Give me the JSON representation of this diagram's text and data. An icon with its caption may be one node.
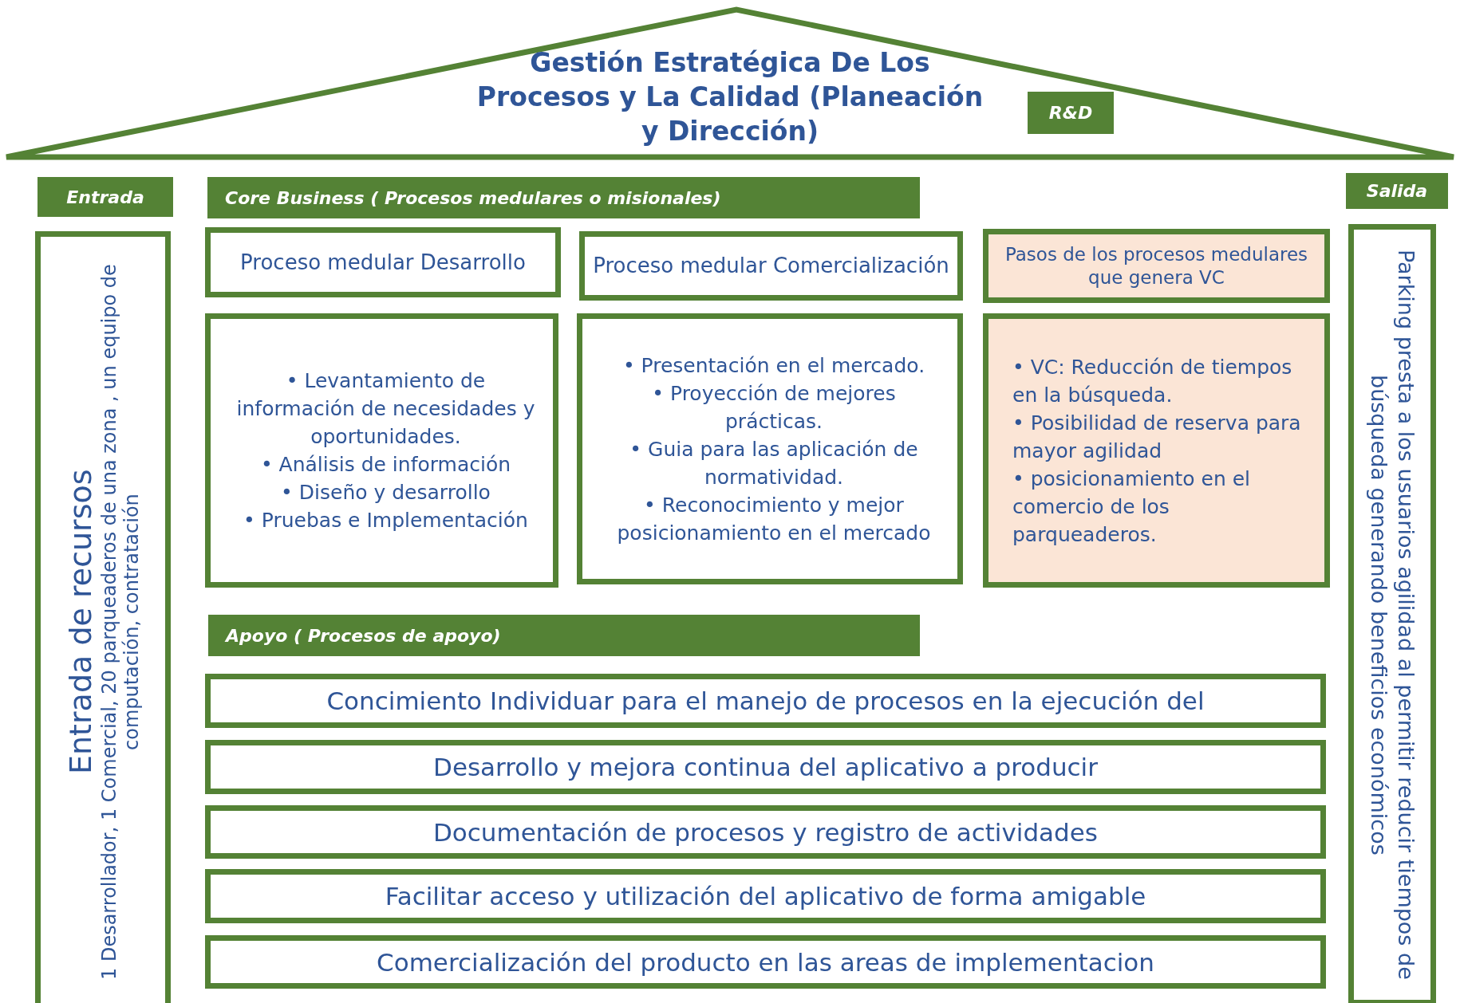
{
  "diagram": {
    "nodes": [
      {
        "text": [
          "Gestión Estratégica De Los Procesos y La Calidad (Planeación y Dirección)"
        ]
      },
      {
        "text": [
          "R&D"
        ],
        "in": 0
      },
      {
        "text": [
          "Entrada"
        ]
      },
      {
        "text": [
          "Entrada de recursos",
          "1 Desarrollador, 1 Comercial, 20 parqueaderos de una zona , un equipo de computación, contratación"
        ]
      },
      {
        "text": [
          "Core Business ( Procesos medulares o misionales)"
        ]
      },
      {
        "text": [
          "Proceso medular Desarrollo"
        ]
      },
      {
        "text": [
          "Proceso medular Comercialización"
        ]
      },
      {
        "text": [
          "Pasos  de los  procesos medulares que genera VC"
        ]
      },
      {
        "text": [
          "• Levantamiento  de información de necesidades y oportunidades.",
          "• Análisis de información",
          "• Diseño y desarrollo",
          "• Pruebas e Implementación"
        ]
      },
      {
        "text": [
          "• Presentación en el mercado.",
          "• Proyección de mejores prácticas.",
          "• Guia para las aplicación de normatividad.",
          "• Reconocimiento y mejor posicionamiento en el mercado"
        ]
      },
      {
        "text": [
          "• VC: Reducción de tiempos en la búsqueda.",
          "• Posibilidad de reserva para mayor agilidad",
          "• posicionamiento  en el comercio de los parqueaderos."
        ]
      },
      {
        "text": [
          "Apoyo ( Procesos de apoyo)"
        ]
      },
      {
        "text": [
          "Concimiento Individuar para el manejo de procesos en la ejecución del"
        ]
      },
      {
        "text": [
          "Desarrollo y mejora continua del aplicativo a producir"
        ]
      },
      {
        "text": [
          "Documentación de procesos y registro de actividades"
        ]
      },
      {
        "text": [
          "Facilitar  acceso y utilización del aplicativo de forma amigable"
        ]
      },
      {
        "text": [
          "Comercialización del producto en las areas de implementacion"
        ]
      },
      {
        "text": [
          "Salida"
        ]
      },
      {
        "text": [
          "Parking presta a los usuarios agilidad al permitir reducir tiempos de búsqueda generando beneficios económicos"
        ]
      }
    ],
    "edges": []
  }
}
